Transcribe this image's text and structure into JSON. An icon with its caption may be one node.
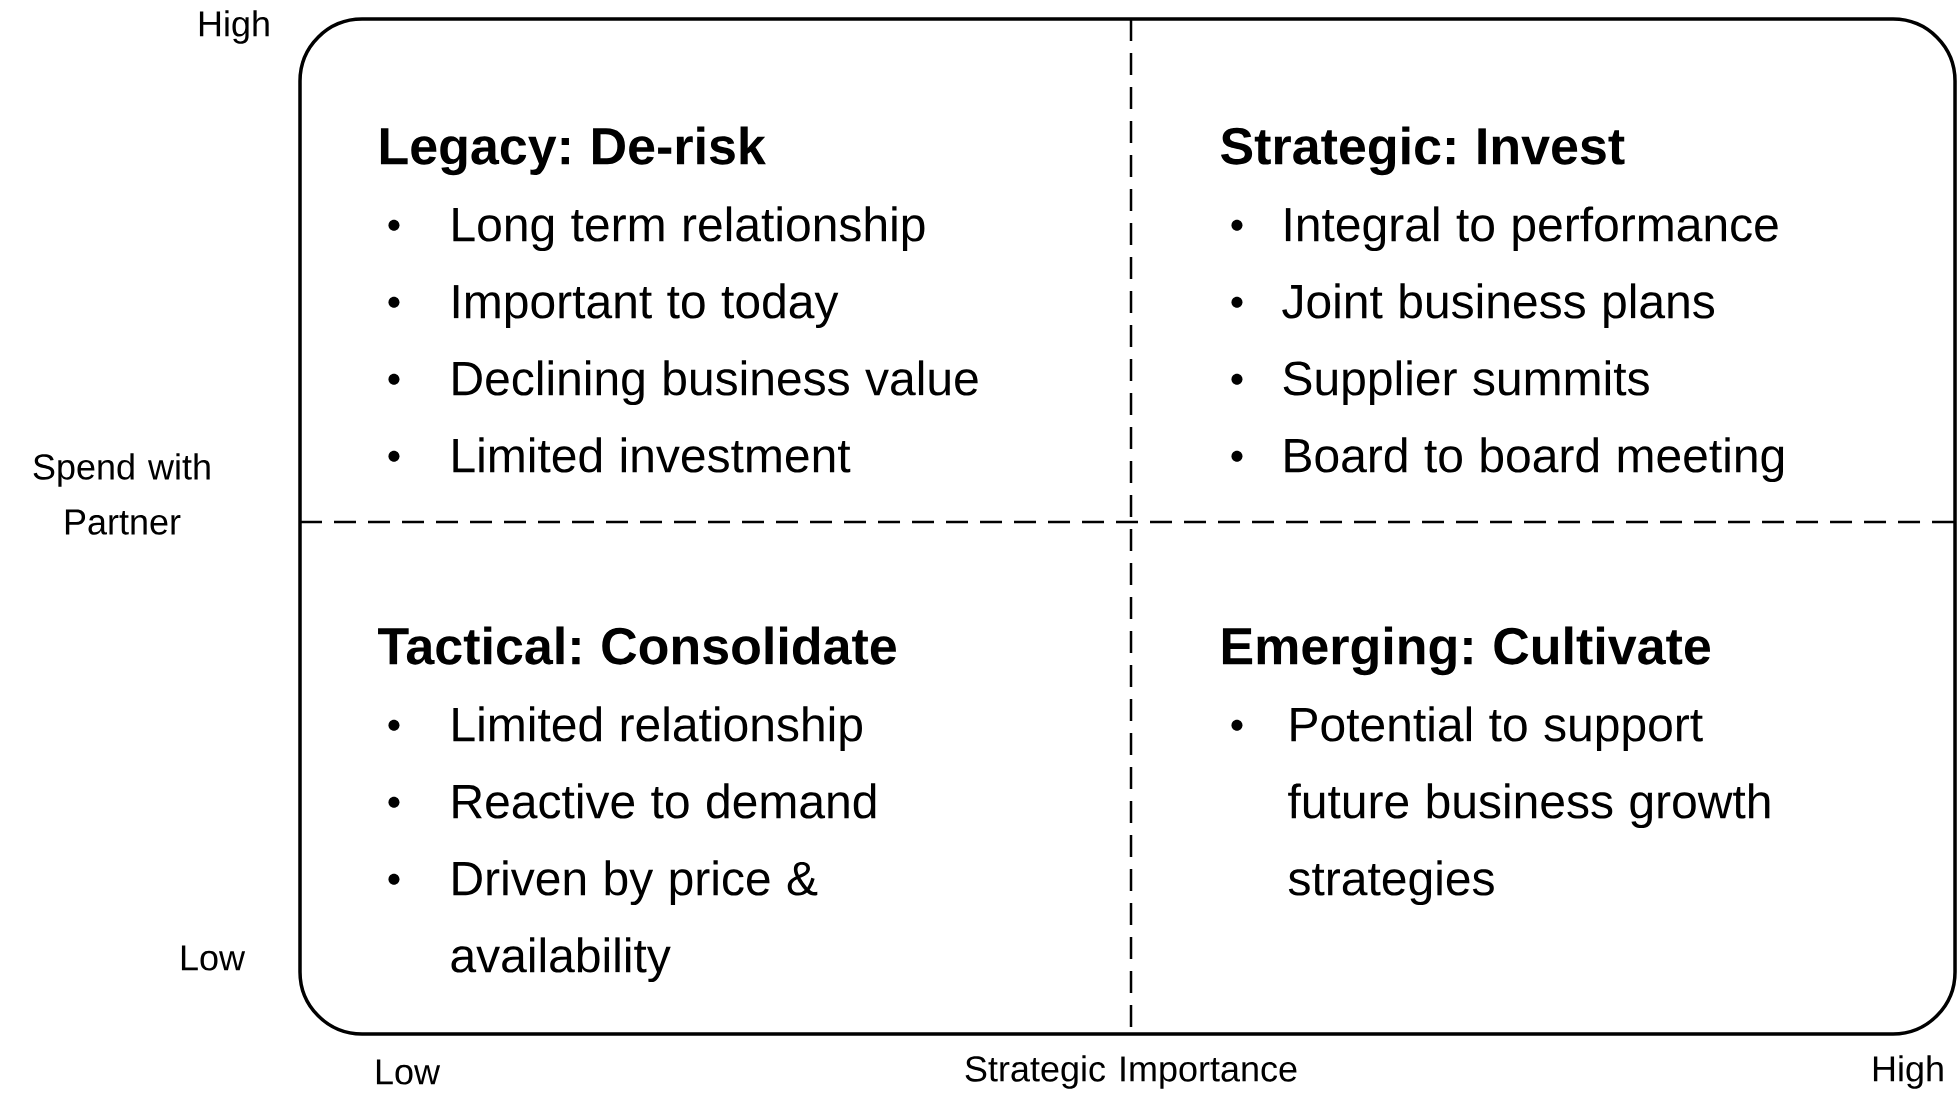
{
  "diagram": {
    "nodes": [
      {
        "text": [],
        "shape": "box"
      },
      {
        "text": [
          "Legacy: De-risk",
          "Long term relationship",
          "Important to today",
          "Declining business value",
          "Limited investment"
        ],
        "in": 0
      },
      {
        "text": [
          "Strategic: Invest",
          "Integral to performance",
          "Joint business plans",
          "Supplier summits",
          "Board to board meeting"
        ],
        "in": 0
      },
      {
        "text": [
          "Tactical: Consolidate",
          "Limited relationship",
          "Reactive to demand",
          "Driven by price & availability"
        ],
        "in": 0
      },
      {
        "text": [
          "Emerging: Cultivate",
          "Potential to support future business growth strategies"
        ],
        "in": 0
      }
    ],
    "edges": [],
    "labels": [
      "High",
      "Spend with Partner",
      "Low",
      "Low",
      "Strategic Importance",
      "High"
    ]
  }
}
